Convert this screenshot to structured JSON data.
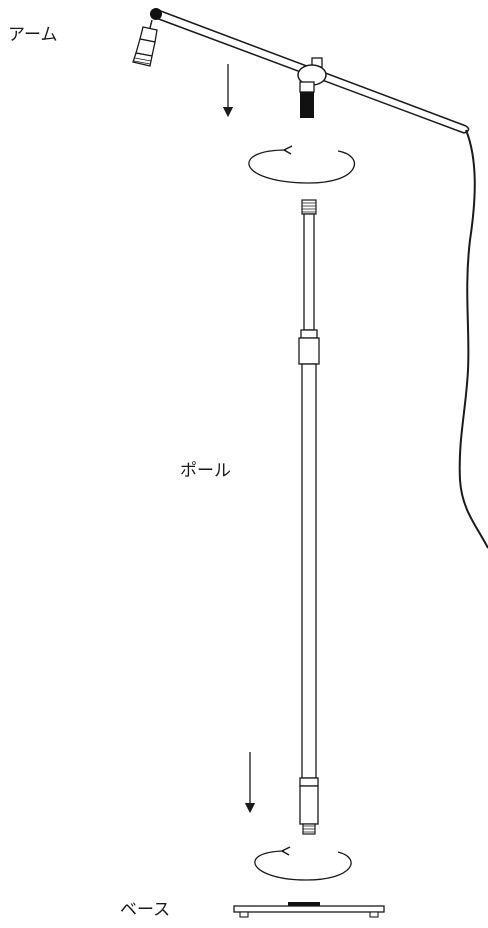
{
  "labels": {
    "arm": "アーム",
    "pole": "ポール",
    "base": "ベース"
  },
  "colors": {
    "line": "#1a1a1a",
    "fill_dark": "#111111",
    "fill_light": "#ffffff",
    "background": "#ffffff"
  },
  "icons": {
    "direction": "down-arrow-icon",
    "rotation": "rotate-icon"
  }
}
